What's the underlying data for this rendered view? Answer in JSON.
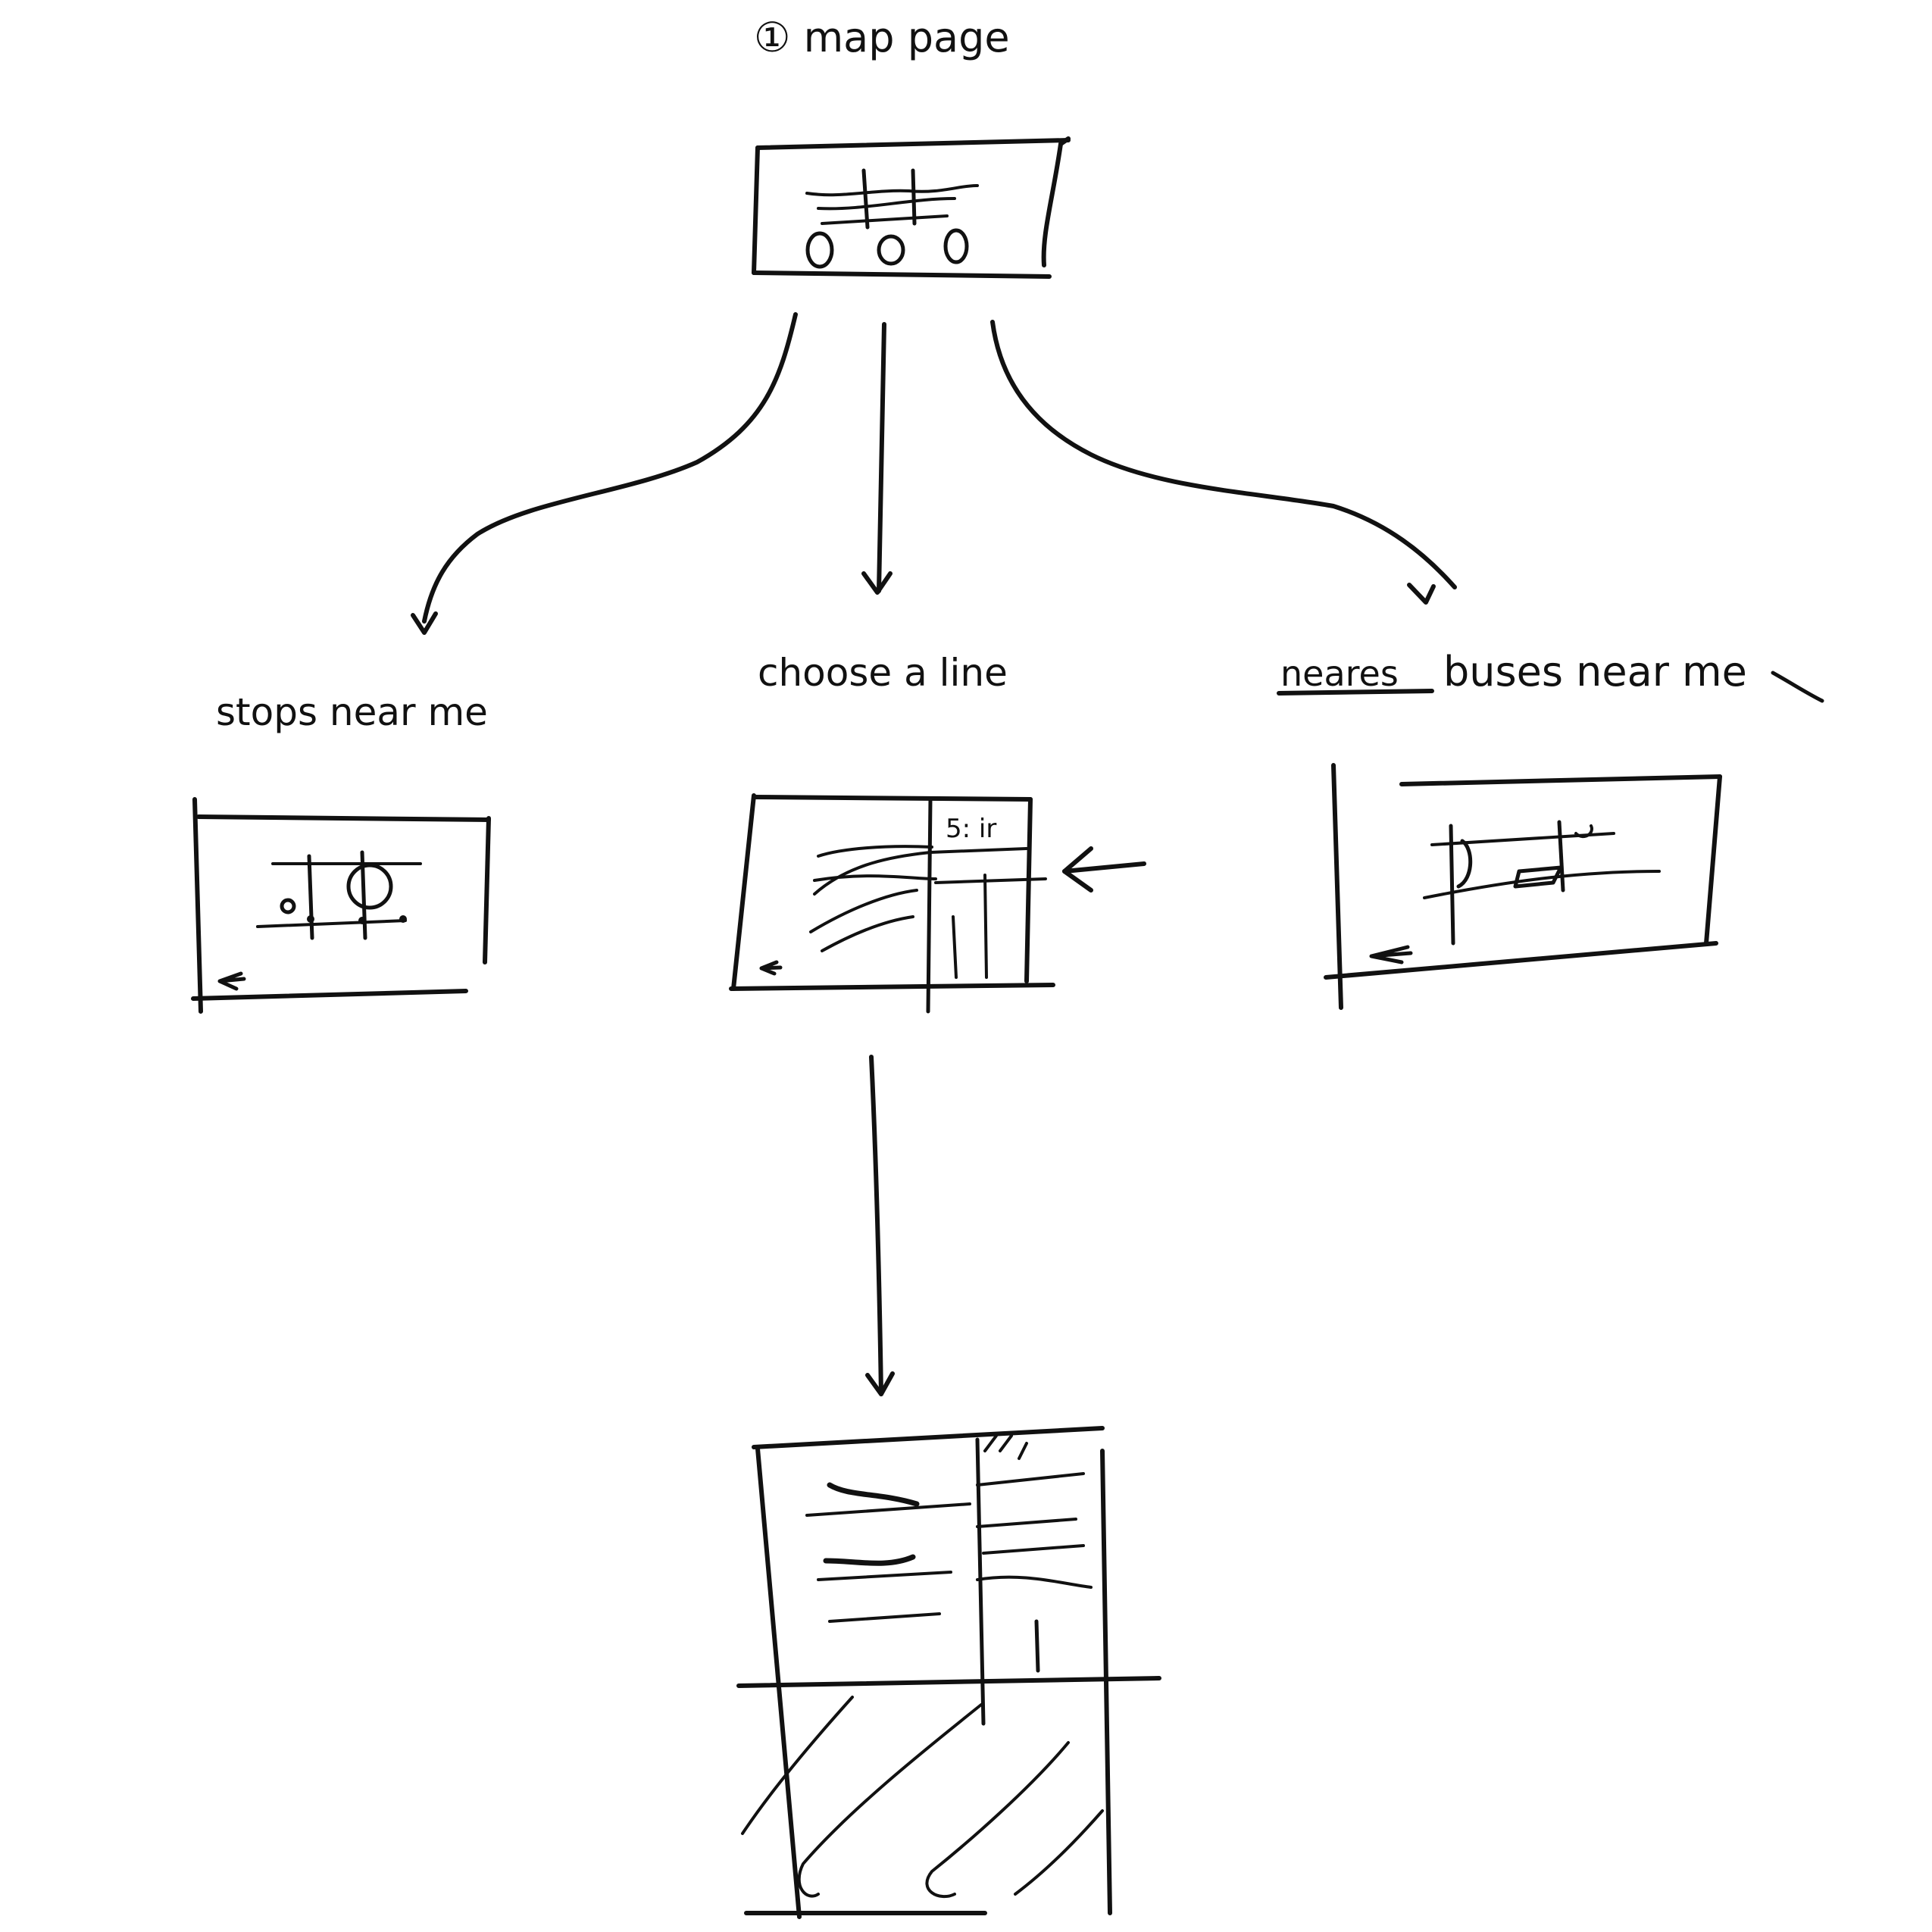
{
  "diagram": {
    "title": "① map page",
    "screens": [
      {
        "id": "map-page",
        "label": ""
      },
      {
        "id": "stops-near-me",
        "label": "stops near me"
      },
      {
        "id": "choose-a-line",
        "label": "choose a line"
      },
      {
        "id": "nearest-buses-near-me",
        "label": "buses near me",
        "struck_label": "neares"
      },
      {
        "id": "line-detail",
        "label": ""
      }
    ],
    "map_page_buttons": [
      "O",
      "O",
      "O"
    ],
    "choose_line_panel_text": "5: ir",
    "back_glyph": "⇐"
  }
}
